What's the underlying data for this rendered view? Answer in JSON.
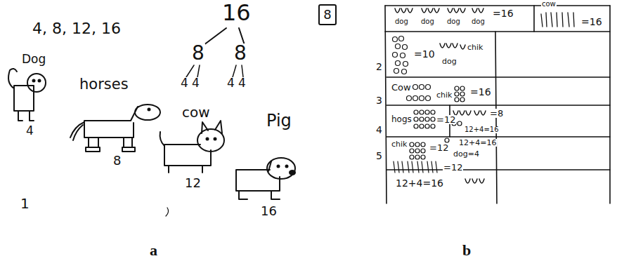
{
  "diagram": {
    "nodes": [
      {
        "text": [
          "8"
        ]
      }
    ],
    "labels": [
      "4, 8, 12, 16",
      "16",
      "8",
      "8",
      "4",
      "4",
      "4",
      "4",
      "Dog",
      "4",
      "horses",
      "8",
      "cow",
      "12",
      "Pig",
      "16",
      "1",
      "a",
      "dog",
      "dog",
      "dog",
      "dog",
      "=16",
      "cow",
      "=16",
      "2",
      "=10",
      "dog",
      "chik",
      "3",
      "Cow",
      "chik",
      "=16",
      "4",
      "hogs",
      "=12",
      "=8",
      "12+4=16",
      "5",
      "chik",
      "=12",
      "dog=4",
      "12+4=16",
      "=12",
      "12+4=16",
      "b"
    ]
  }
}
